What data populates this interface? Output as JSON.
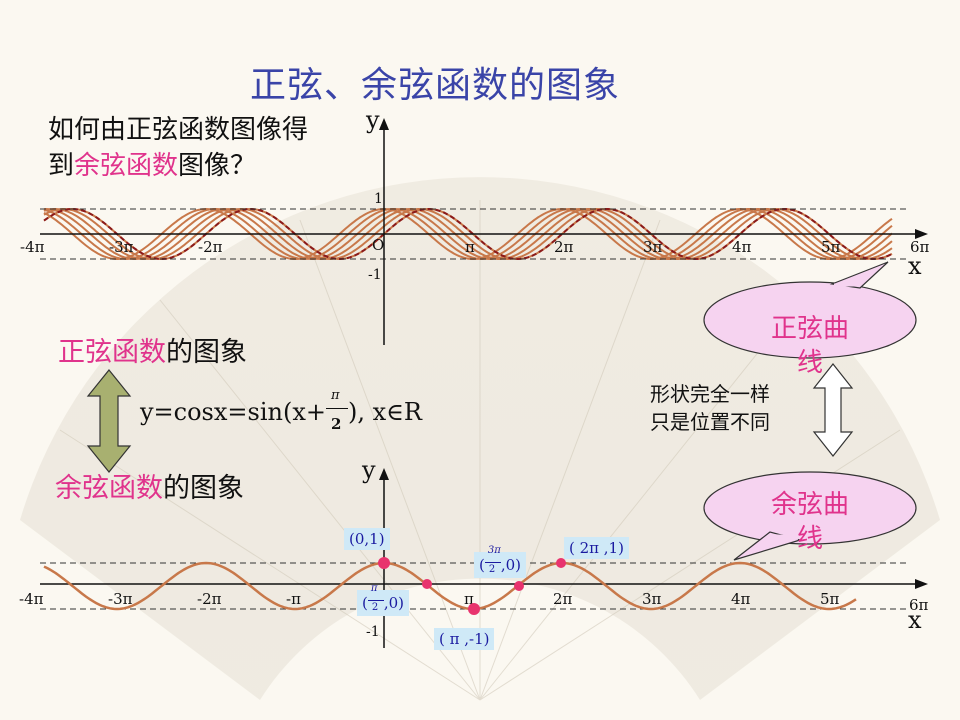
{
  "title": "正弦、余弦函数的图象",
  "question": {
    "line1": "如何由正弦函数图像得",
    "line2_prefix": "到",
    "line2_highlight": "余弦函数",
    "line2_suffix": "图像？"
  },
  "sin_graph": {
    "y_axis_label": "y",
    "x_axis_label": "x",
    "origin_label": "O",
    "y_tick_1": "1",
    "y_tick_neg1": "-1",
    "x_ticks": [
      "-4π",
      "-3π",
      "-2π",
      "π",
      "2π",
      "3π",
      "4π",
      "5π",
      "6π"
    ]
  },
  "sin_function_label": {
    "highlight": "正弦函数",
    "rest": "的图象"
  },
  "cos_function_label": {
    "highlight": "余弦函数",
    "rest": "的图象"
  },
  "formula": {
    "prefix": "y=cosx=sin(x+",
    "frac_num": "π",
    "frac_den": "2",
    "suffix": "),  x∈R"
  },
  "shape_note": {
    "line1": "形状完全一样",
    "line2": "只是位置不同"
  },
  "callouts": {
    "sin_curve": "正弦曲线",
    "cos_curve": "余弦曲线"
  },
  "cos_graph": {
    "y_axis_label": "y",
    "x_axis_label": "x",
    "y_tick_neg1": "-1",
    "x_ticks": [
      "-4π",
      "-3π",
      "-2π",
      "-π",
      "π",
      "2π",
      "3π",
      "4π",
      "5π",
      "6π"
    ],
    "points": [
      {
        "label": "(0,1)"
      },
      {
        "label_prefix": "(",
        "frac_num": "π",
        "frac_den": "2",
        "label_suffix": ",0)"
      },
      {
        "label": "( π ,-1)"
      },
      {
        "label_prefix": "(",
        "frac_num": "3π",
        "frac_den": "2",
        "label_suffix": ",0)"
      },
      {
        "label": "( 2π ,1)"
      }
    ]
  },
  "colors": {
    "title": "#3a44a8",
    "highlight": "#e0338c",
    "curve": "#c8784a",
    "dashed_curve": "#8b1a1a",
    "point": "#e8336e",
    "callout_fill": "#f6d3f0",
    "arrow_fill": "#a8b070",
    "coord_box": "#cfe9f7"
  }
}
